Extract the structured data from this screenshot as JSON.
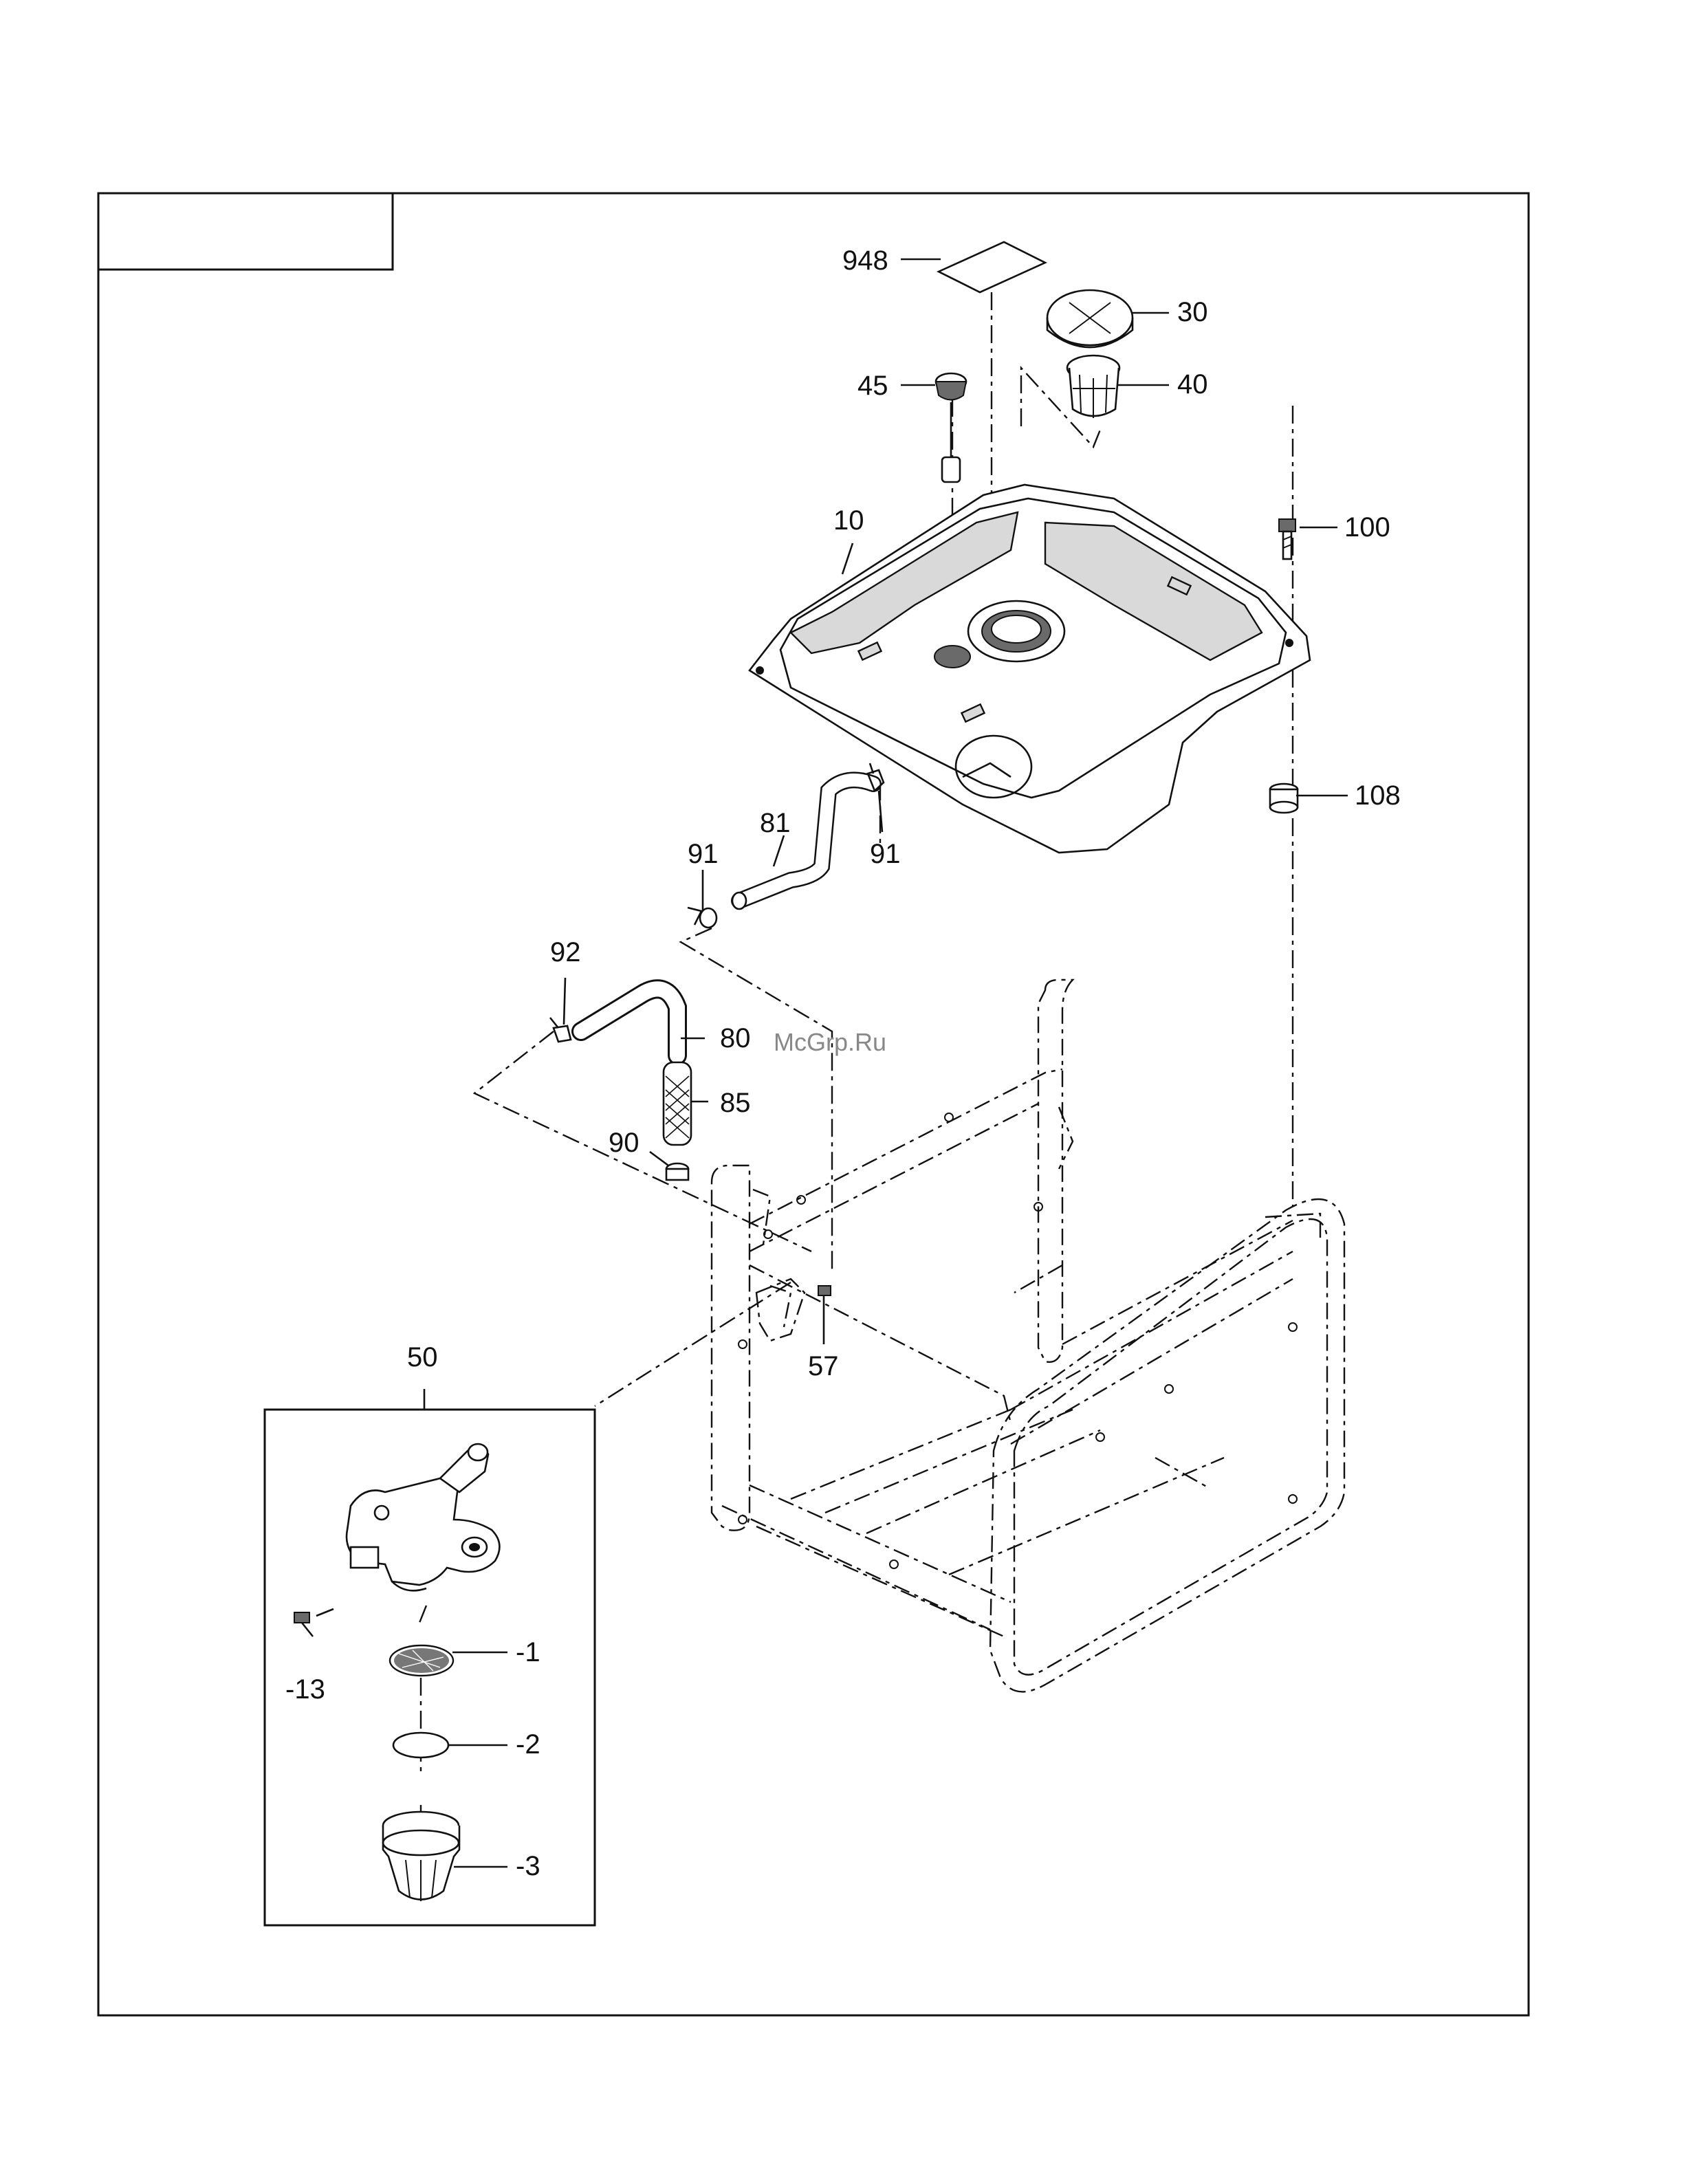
{
  "diagram": {
    "callouts": {
      "c948": "948",
      "c30": "30",
      "c45": "45",
      "c40": "40",
      "c10": "10",
      "c100": "100",
      "c108": "108",
      "c81": "81",
      "c91a": "91",
      "c91b": "91",
      "c92": "92",
      "c80": "80",
      "c85": "85",
      "c90": "90",
      "c57": "57",
      "c50": "50",
      "c1": "-1",
      "c13": "-13",
      "c2": "-2",
      "c3": "-3"
    },
    "watermark": "McGrp.Ru"
  }
}
